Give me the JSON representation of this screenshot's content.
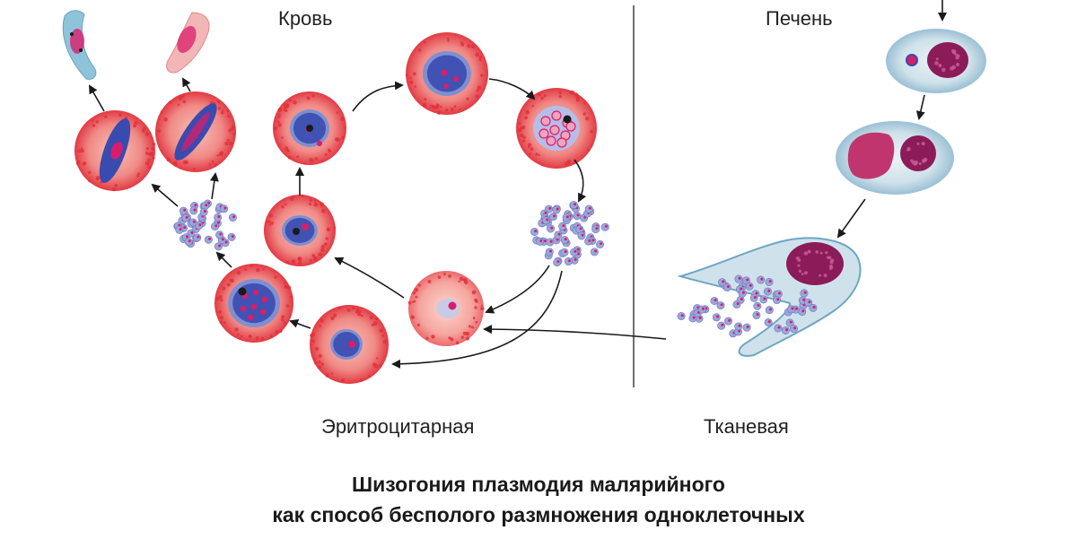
{
  "labels": {
    "blood": "Кровь",
    "liver": "Печень",
    "erythrocytic": "Эритроцитарная",
    "tissue": "Тканевая"
  },
  "caption": {
    "line1": "Шизогония плазмодия малярийного",
    "line2": "как способ бесполого размножения одноклеточных"
  },
  "colors": {
    "rbc_fill": "#f0787a",
    "rbc_rim": "#e1323c",
    "rbc_center": "#f6b8b0",
    "parasite_blue": "#3a4bb0",
    "parasite_light": "#7f8fd0",
    "nucleus_red": "#d81e6a",
    "liver_cell": "#cfe0ea",
    "liver_rim": "#9ec3d8",
    "liver_nucleus": "#8c1b5a",
    "merozoite": "#9aa6dc",
    "arrow": "#1a1a1a"
  }
}
